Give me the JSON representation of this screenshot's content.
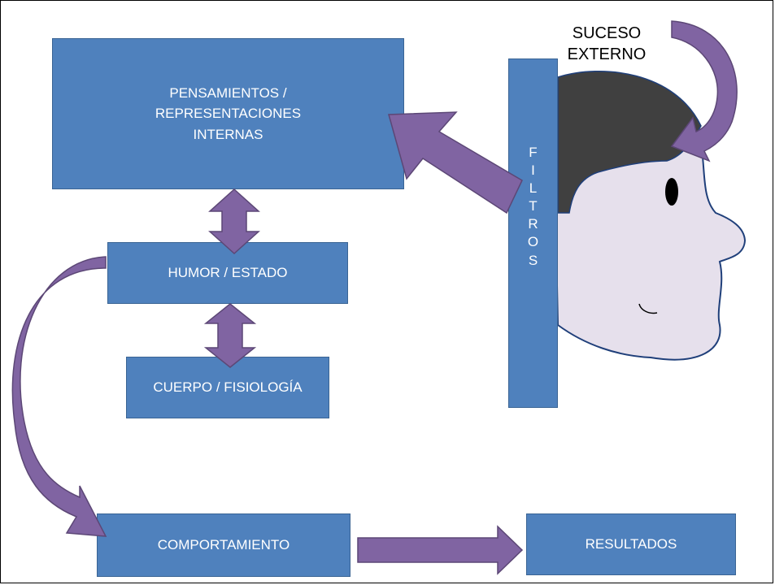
{
  "boxes": {
    "pensamientos": "PENSAMIENTOS /\nREPRESENTACIONES\nINTERNAS",
    "humor": "HUMOR / ESTADO",
    "cuerpo": "CUERPO / FISIOLOGÍA",
    "comportamiento": "COMPORTAMIENTO",
    "resultados": "RESULTADOS",
    "filtros": "FILTROS"
  },
  "suceso_externo": "SUCESO\nEXTERNO",
  "colors": {
    "box_fill": "#4f81bd",
    "arrow_fill": "#8064a2",
    "hair": "#404040",
    "face": "#e6e0ec"
  },
  "icons": [
    "head-icon",
    "eye-icon",
    "mouth-icon"
  ]
}
